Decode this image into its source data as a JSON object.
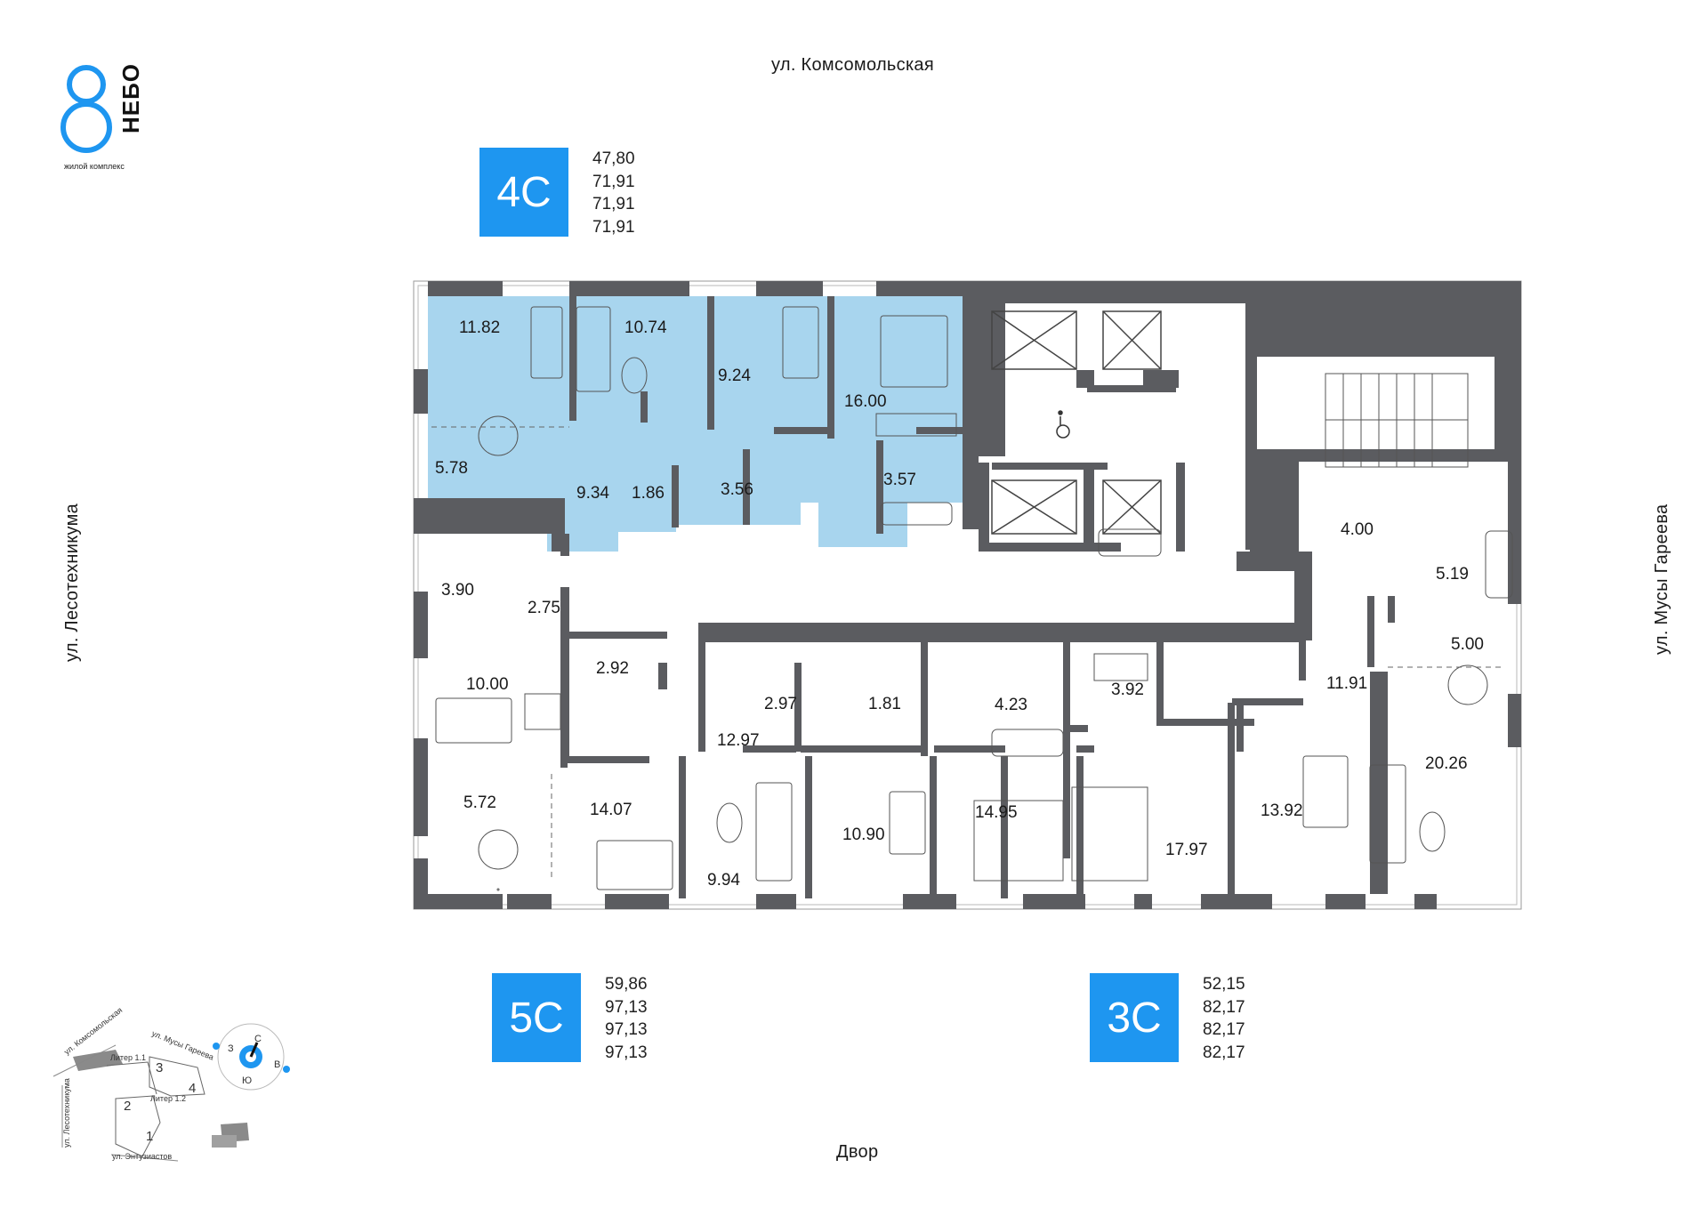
{
  "brand": {
    "logo_digit": "8",
    "logo_word": "НЕБО",
    "tagline": "жилой комплекс",
    "accent_color": "#1e96f0"
  },
  "streets": {
    "top": "ул. Комсомольская",
    "bottom": "Двор",
    "left": "ул. Лесотехникума",
    "right": "ул. Мусы Гареева"
  },
  "apartment_types": [
    {
      "code": "4С",
      "areas": [
        "47,80",
        "71,91",
        "71,91",
        "71,91"
      ]
    },
    {
      "code": "5С",
      "areas": [
        "59,86",
        "97,13",
        "97,13",
        "97,13"
      ]
    },
    {
      "code": "3С",
      "areas": [
        "52,15",
        "82,17",
        "82,17",
        "82,17"
      ]
    }
  ],
  "rooms": {
    "highlighted": [
      "11.82",
      "10.74",
      "9.24",
      "16.00",
      "5.78",
      "9.34",
      "1.86",
      "3.56",
      "3.57"
    ],
    "west": [
      "3.90",
      "2.75",
      "10.00",
      "2.92",
      "5.72",
      "14.07",
      "9.94",
      "2.97",
      "1.81",
      "12.97",
      "10.90"
    ],
    "middle": [
      "4.23",
      "14.95",
      "3.92",
      "17.97"
    ],
    "east": [
      "4.00",
      "5.19",
      "5.00",
      "11.91",
      "13.92",
      "20.26"
    ]
  },
  "key_plan": {
    "streets": [
      "ул. Комсомольская",
      "ул. Мусы Гареева",
      "ул. Лесотехникума",
      "ул. Энтузиастов"
    ],
    "buildings": [
      "Литер 1.1",
      "Литер 1.2"
    ],
    "sections": [
      "1",
      "2",
      "3",
      "4"
    ],
    "compass": [
      "С",
      "В",
      "Ю",
      "З"
    ]
  },
  "colors": {
    "walls": "#5b5c60",
    "highlight": "#a8d5ee",
    "accent": "#1e96f0"
  }
}
